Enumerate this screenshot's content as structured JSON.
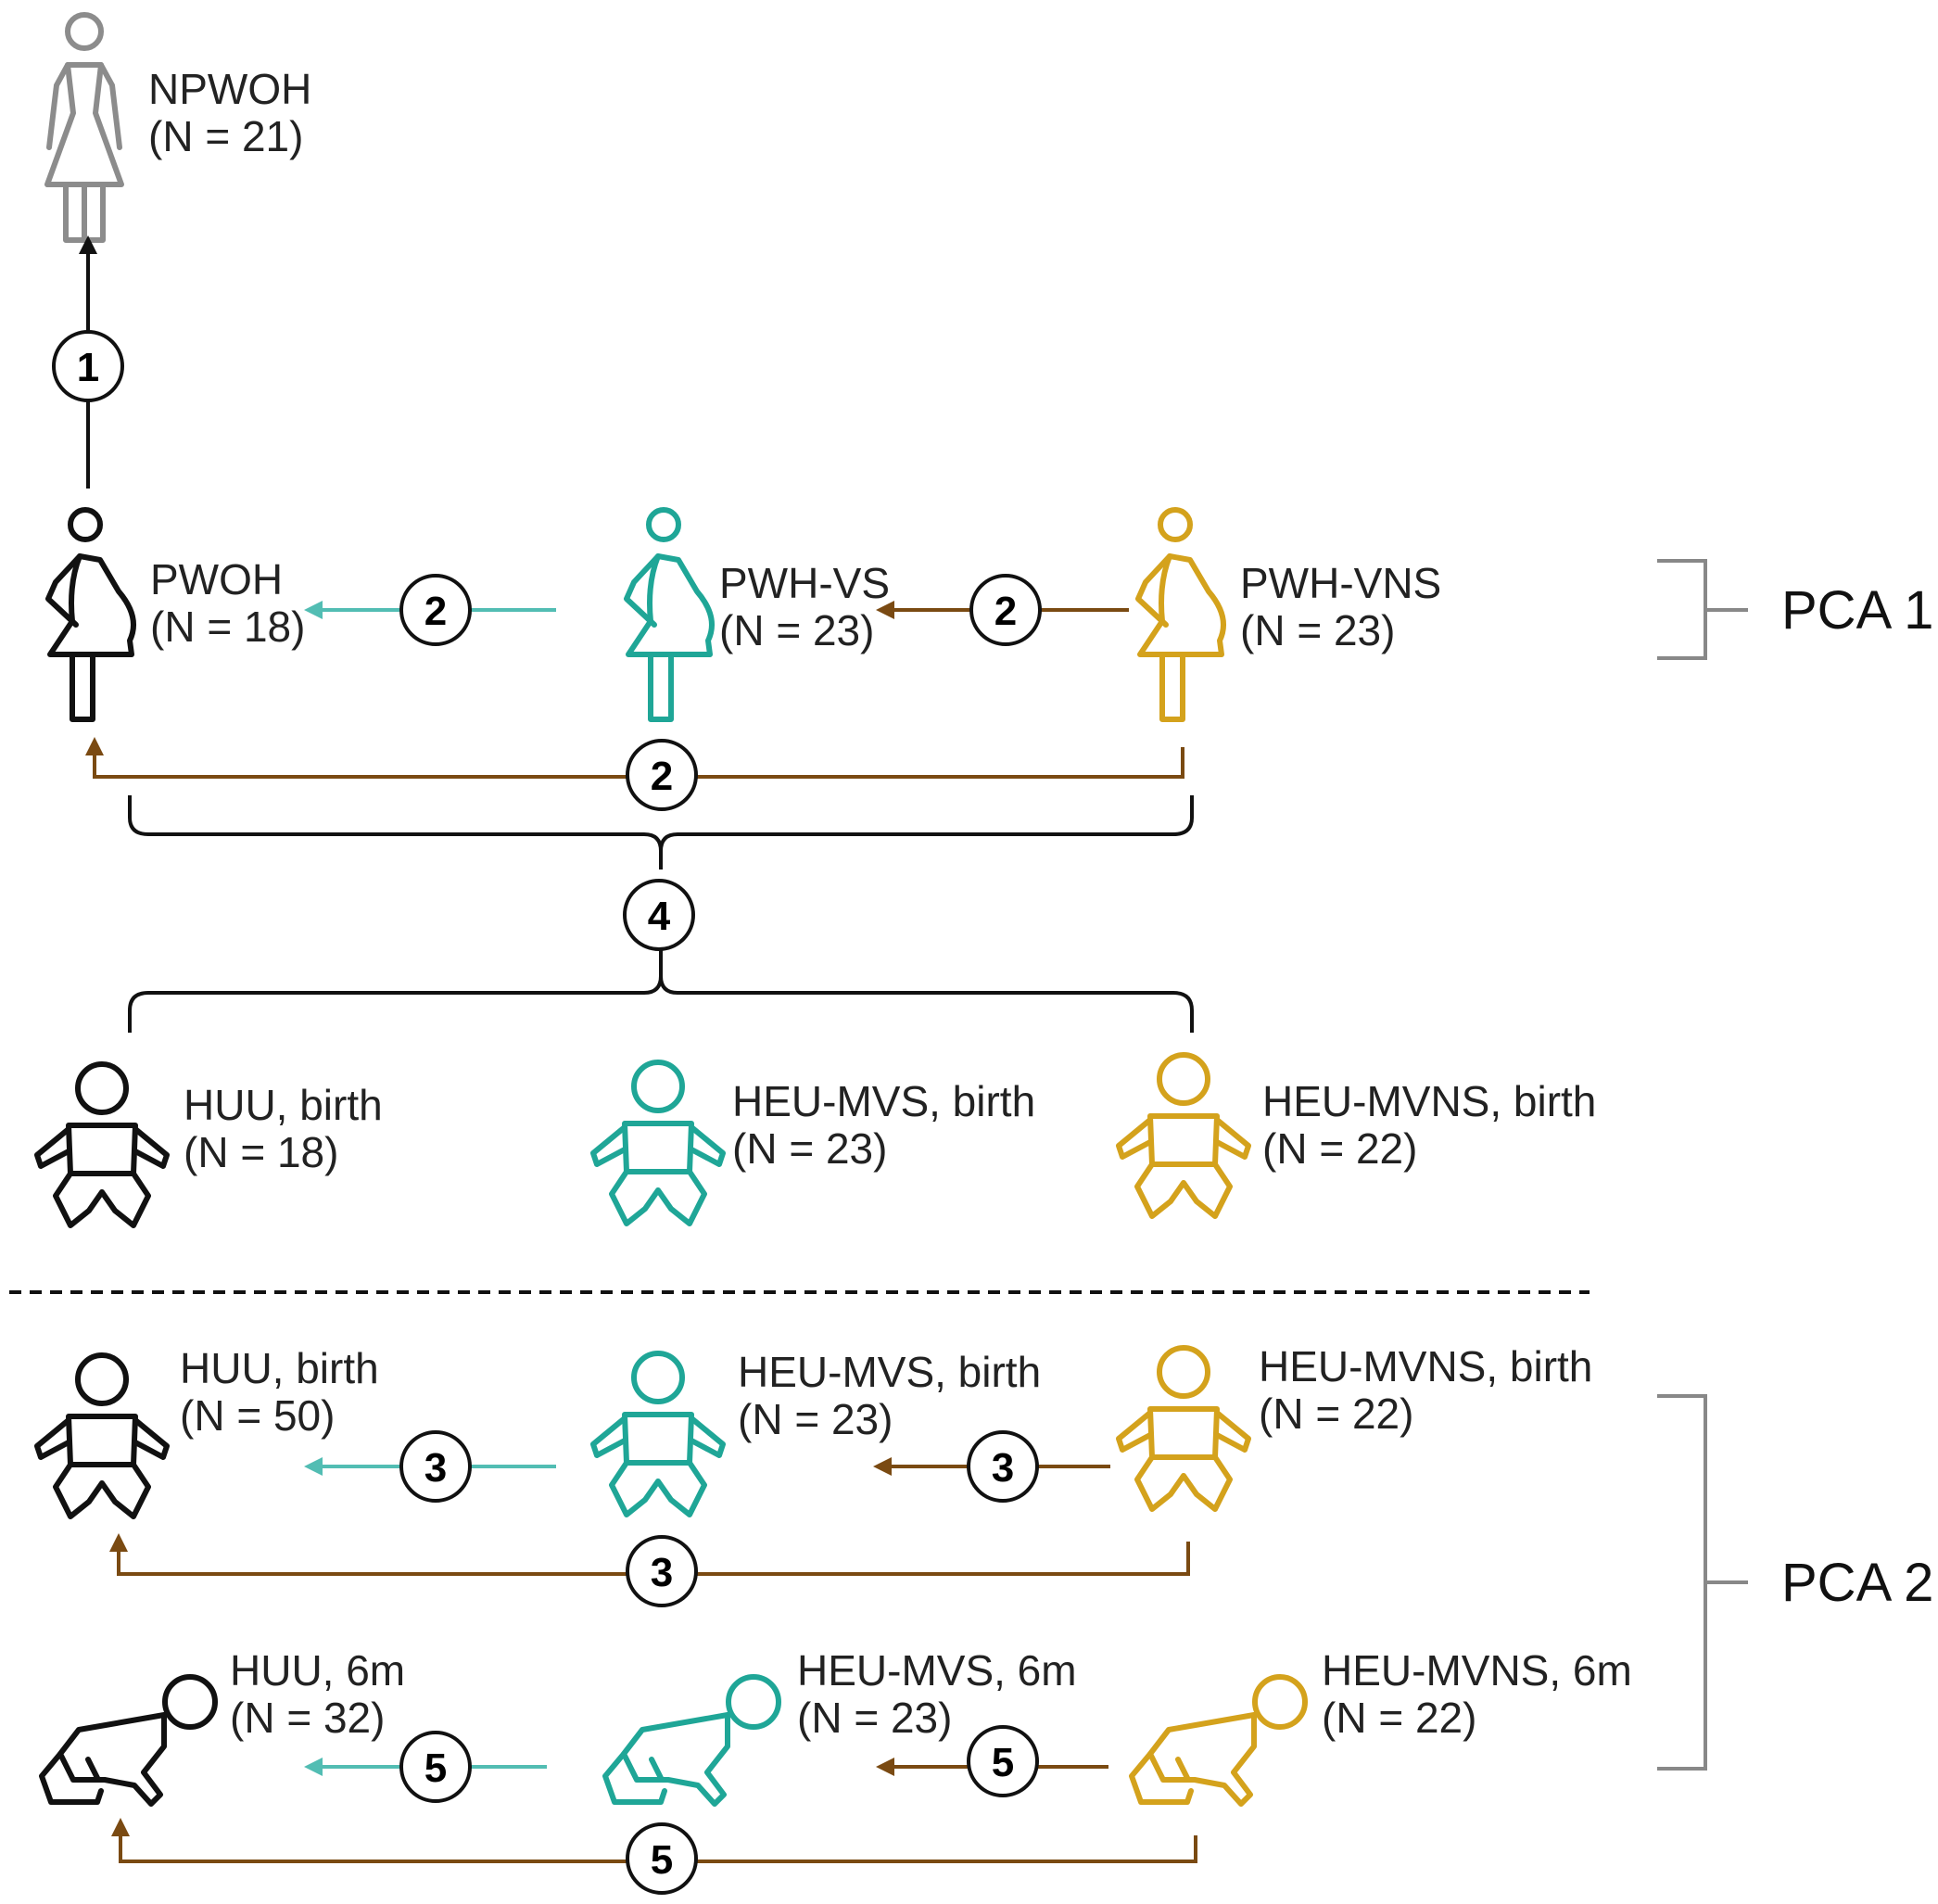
{
  "colors": {
    "black": "#111111",
    "grey": "#8c8c8c",
    "teal": "#1fa697",
    "gold": "#d4a21c",
    "brown": "#7a4a12",
    "teal_arrow": "#52bdb3",
    "bracket": "#888888"
  },
  "icons": {
    "adult": "woman-icon",
    "pregnant": "pregnant-woman-icon",
    "infant": "infant-icon",
    "crawler": "crawling-baby-icon"
  },
  "groups": {
    "npwoh": {
      "name": "NPWOH",
      "n": "(N = 21)"
    },
    "pwoh": {
      "name": "PWOH",
      "n": "(N = 18)"
    },
    "pwh_vs": {
      "name": "PWH-VS",
      "n": "(N = 23)"
    },
    "pwh_vns": {
      "name": "PWH-VNS",
      "n": "(N = 23)"
    },
    "huu_birth_a": {
      "name": "HUU, birth",
      "n": "(N = 18)"
    },
    "heu_mvs_birth_a": {
      "name": "HEU-MVS, birth",
      "n": "(N = 23)"
    },
    "heu_mvns_birth_a": {
      "name": "HEU-MVNS, birth",
      "n": "(N = 22)"
    },
    "huu_birth_b": {
      "name": "HUU, birth",
      "n": "(N = 50)"
    },
    "heu_mvs_birth_b": {
      "name": "HEU-MVS, birth",
      "n": "(N = 23)"
    },
    "heu_mvns_birth_b": {
      "name": "HEU-MVNS, birth",
      "n": "(N = 22)"
    },
    "huu_6m": {
      "name": "HUU, 6m",
      "n": "(N = 32)"
    },
    "heu_mvs_6m": {
      "name": "HEU-MVS, 6m",
      "n": "(N = 23)"
    },
    "heu_mvns_6m": {
      "name": "HEU-MVNS, 6m",
      "n": "(N = 22)"
    }
  },
  "comparisons": {
    "c1": "1",
    "c2a": "2",
    "c2b": "2",
    "c2c": "2",
    "c4": "4",
    "c3a": "3",
    "c3b": "3",
    "c3c": "3",
    "c5a": "5",
    "c5b": "5",
    "c5c": "5"
  },
  "pca": {
    "pca1": "PCA 1",
    "pca2": "PCA 2"
  }
}
